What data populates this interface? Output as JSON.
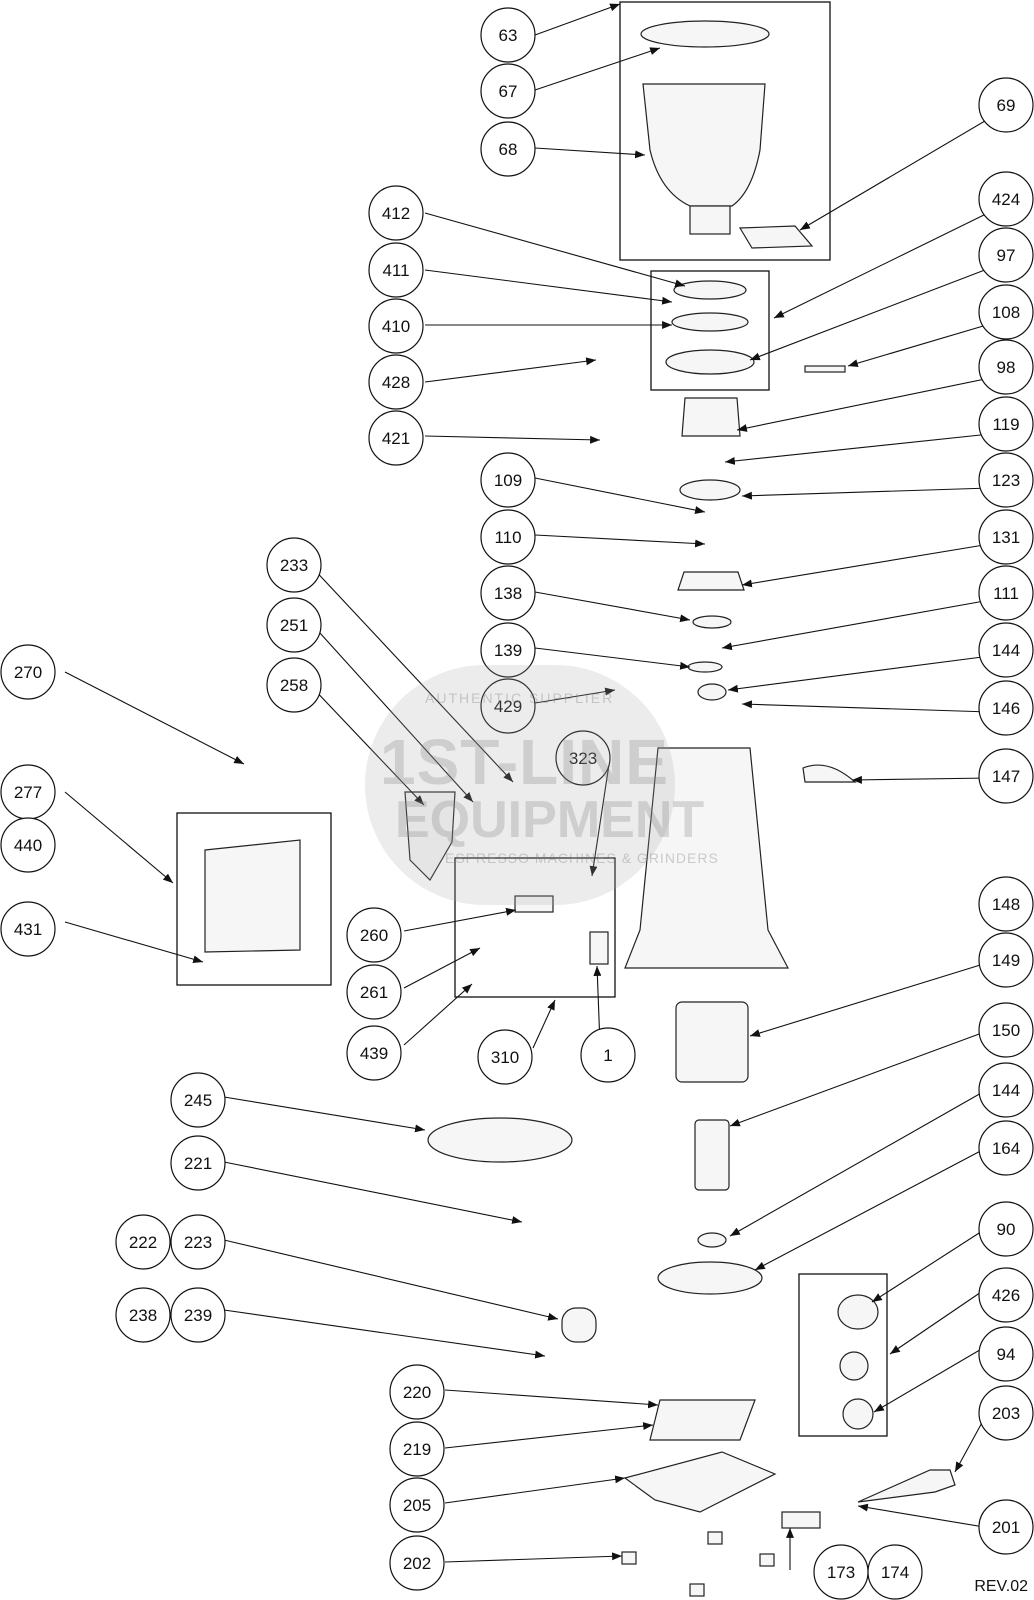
{
  "watermark": {
    "line1": "AUTHENTIC SUPPLIER",
    "line2": "1ST-LINE",
    "line3": "EQUIPMENT",
    "line4": "ESPRESSO MACHINES & GRINDERS"
  },
  "revision": "REV.02",
  "callouts": [
    {
      "id": "c63",
      "label": "63"
    },
    {
      "id": "c67",
      "label": "67"
    },
    {
      "id": "c68",
      "label": "68"
    },
    {
      "id": "c69",
      "label": "69"
    },
    {
      "id": "c424",
      "label": "424"
    },
    {
      "id": "c97",
      "label": "97"
    },
    {
      "id": "c108",
      "label": "108"
    },
    {
      "id": "c98",
      "label": "98"
    },
    {
      "id": "c119",
      "label": "119"
    },
    {
      "id": "c123",
      "label": "123"
    },
    {
      "id": "c131",
      "label": "131"
    },
    {
      "id": "c111",
      "label": "111"
    },
    {
      "id": "c144a",
      "label": "144"
    },
    {
      "id": "c146",
      "label": "146"
    },
    {
      "id": "c147",
      "label": "147"
    },
    {
      "id": "c148",
      "label": "148"
    },
    {
      "id": "c149",
      "label": "149"
    },
    {
      "id": "c150",
      "label": "150"
    },
    {
      "id": "c144b",
      "label": "144"
    },
    {
      "id": "c164",
      "label": "164"
    },
    {
      "id": "c90",
      "label": "90"
    },
    {
      "id": "c426",
      "label": "426"
    },
    {
      "id": "c94",
      "label": "94"
    },
    {
      "id": "c203",
      "label": "203"
    },
    {
      "id": "c201",
      "label": "201"
    },
    {
      "id": "c412",
      "label": "412"
    },
    {
      "id": "c411",
      "label": "411"
    },
    {
      "id": "c410",
      "label": "410"
    },
    {
      "id": "c428",
      "label": "428"
    },
    {
      "id": "c421",
      "label": "421"
    },
    {
      "id": "c109",
      "label": "109"
    },
    {
      "id": "c110",
      "label": "110"
    },
    {
      "id": "c138",
      "label": "138"
    },
    {
      "id": "c139",
      "label": "139"
    },
    {
      "id": "c429",
      "label": "429"
    },
    {
      "id": "c323",
      "label": "323"
    },
    {
      "id": "c233",
      "label": "233"
    },
    {
      "id": "c251",
      "label": "251"
    },
    {
      "id": "c258",
      "label": "258"
    },
    {
      "id": "c270",
      "label": "270"
    },
    {
      "id": "c277",
      "label": "277"
    },
    {
      "id": "c440",
      "label": "440"
    },
    {
      "id": "c431",
      "label": "431"
    },
    {
      "id": "c260",
      "label": "260"
    },
    {
      "id": "c261",
      "label": "261"
    },
    {
      "id": "c439",
      "label": "439"
    },
    {
      "id": "c310",
      "label": "310"
    },
    {
      "id": "c1",
      "label": "1"
    },
    {
      "id": "c245",
      "label": "245"
    },
    {
      "id": "c221",
      "label": "221"
    },
    {
      "id": "c222",
      "label": "222"
    },
    {
      "id": "c223",
      "label": "223"
    },
    {
      "id": "c238",
      "label": "238"
    },
    {
      "id": "c239",
      "label": "239"
    },
    {
      "id": "c220",
      "label": "220"
    },
    {
      "id": "c219",
      "label": "219"
    },
    {
      "id": "c205",
      "label": "205"
    },
    {
      "id": "c202",
      "label": "202"
    },
    {
      "id": "c173",
      "label": "173"
    },
    {
      "id": "c174",
      "label": "174"
    }
  ]
}
